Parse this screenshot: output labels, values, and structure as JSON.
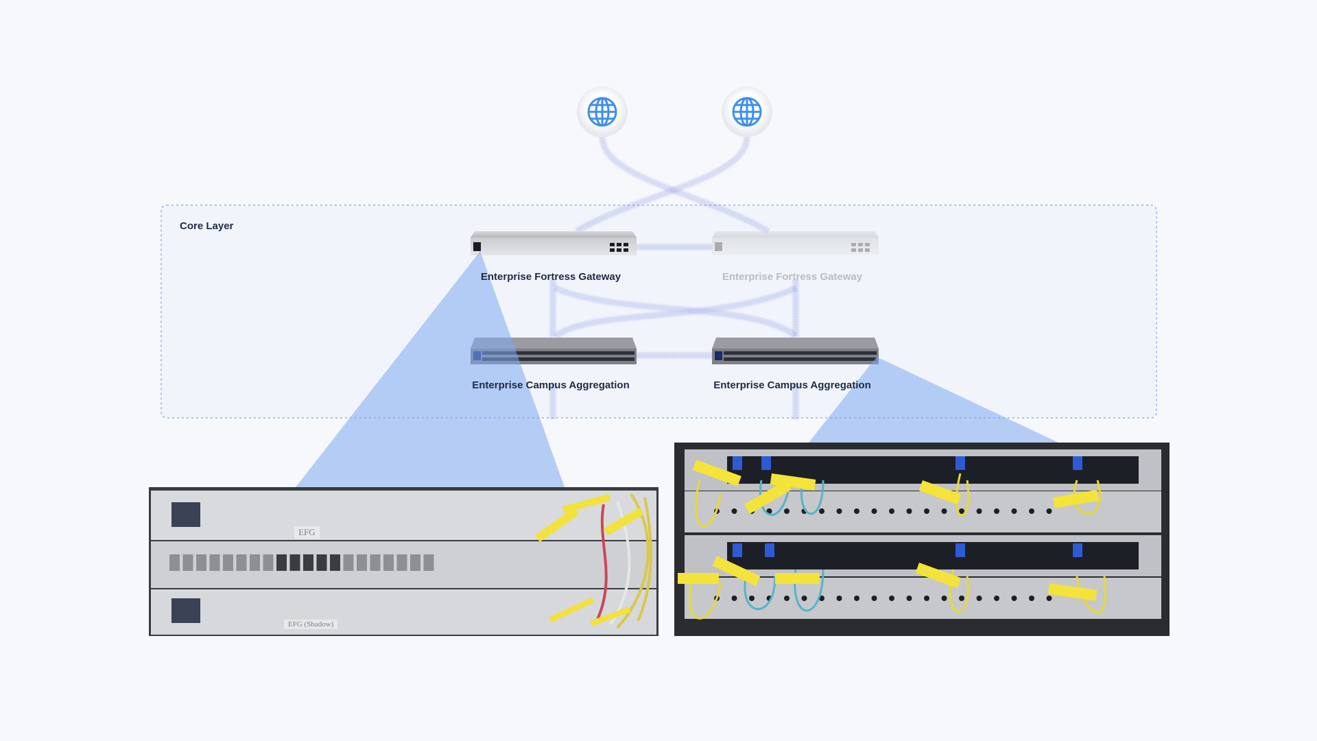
{
  "layer": {
    "title": "Core Layer"
  },
  "nodes": {
    "gateway_primary": "Enterprise Fortress Gateway",
    "gateway_shadow": "Enterprise Fortress Gateway",
    "aggregation_left": "Enterprise Campus Aggregation",
    "aggregation_right": "Enterprise Campus Aggregation"
  },
  "internet": {
    "icons": [
      "globe-icon",
      "globe-icon"
    ]
  },
  "photos": {
    "left": {
      "top_label": "EFG",
      "bottom_label": "EFG (Shadow)"
    }
  },
  "colors": {
    "accent": "#3d8ef0",
    "link": "#8a96e6",
    "zoom_cone": "#9fc0f5",
    "box_border": "#8fb0ea"
  }
}
